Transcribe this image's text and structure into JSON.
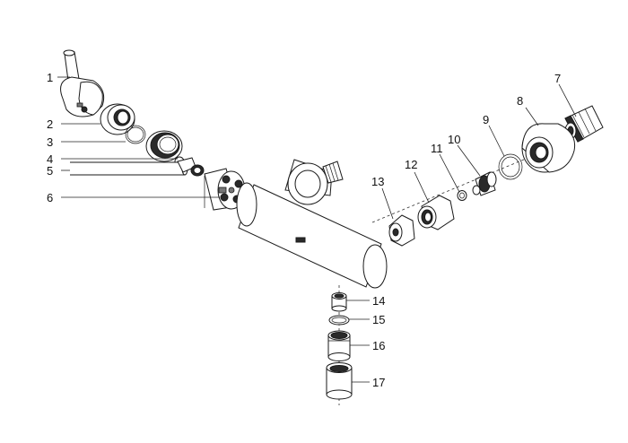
{
  "callouts": {
    "c1": "1",
    "c2": "2",
    "c3": "3",
    "c4": "4",
    "c5": "5",
    "c6": "6",
    "c7": "7",
    "c8": "8",
    "c9": "9",
    "c10": "10",
    "c11": "11",
    "c12": "12",
    "c13": "13",
    "c14": "14",
    "c15": "15",
    "c16": "16",
    "c17": "17"
  },
  "colors": {
    "line": "#1a1a1a",
    "fill": "#ffffff",
    "shade": "#2a2a2a"
  }
}
